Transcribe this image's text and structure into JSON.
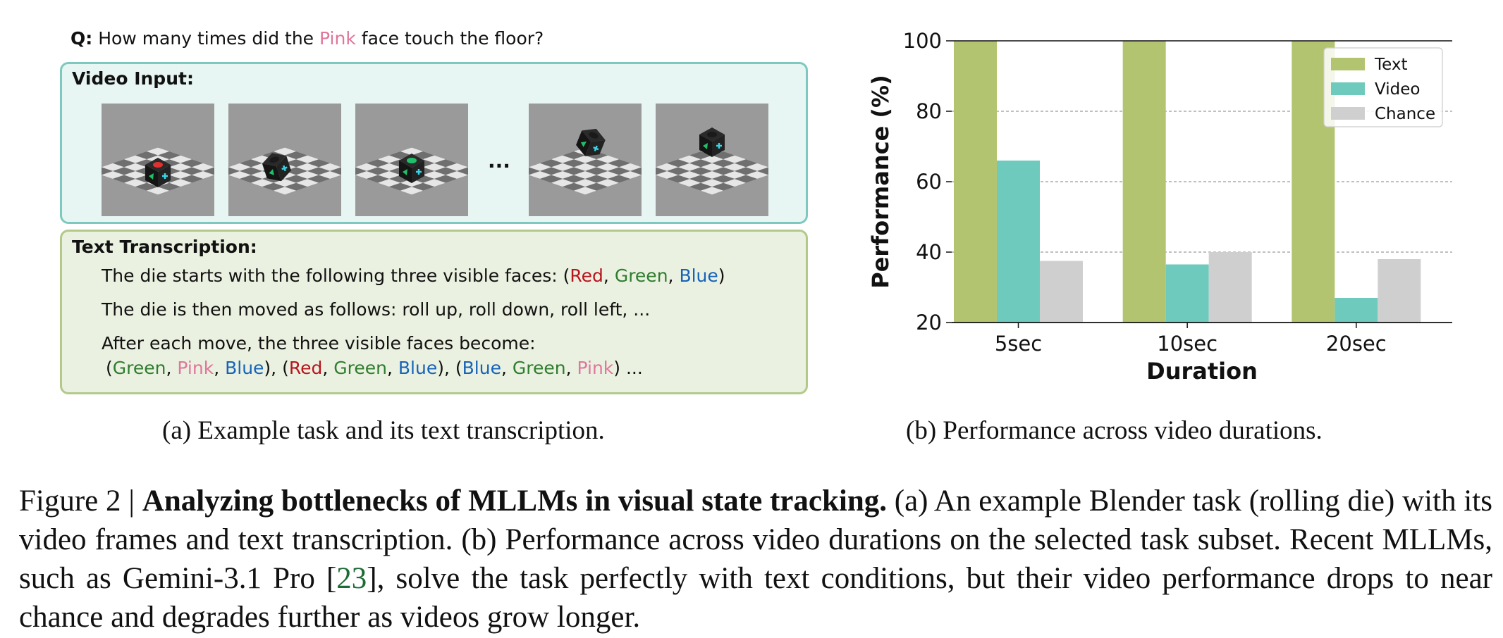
{
  "panel_a": {
    "question_prefix": "Q:",
    "question_before": "How many times did the",
    "question_pink": "Pink",
    "question_after": "face touch the floor?",
    "video_title": "Video Input:",
    "frames_ellipsis": "...",
    "text_title": "Text Transcription:",
    "line1_prefix": "The die starts with the following three visible faces: (",
    "line1_red": "Red",
    "line1_green": "Green",
    "line1_blue": "Blue",
    "line1_close": ")",
    "line2": "The die is then moved as follows: roll up, roll down, roll left, ...",
    "line3": "After each move, the three visible faces become:",
    "seq": [
      {
        "open": "(",
        "a": "Green",
        "b": "Pink",
        "c": "Blue",
        "close": "), "
      },
      {
        "open": "(",
        "a": "Red",
        "b": "Green",
        "c": "Blue",
        "close": "), "
      },
      {
        "open": "(",
        "a": "Blue",
        "b": "Green",
        "c": "Pink",
        "close": ") ..."
      }
    ],
    "sep": ", ",
    "caption": "(a) Example task and its text transcription."
  },
  "panel_b": {
    "caption": "(b) Performance across video durations."
  },
  "chart_data": {
    "type": "bar",
    "categories": [
      "5sec",
      "10sec",
      "20sec"
    ],
    "series": [
      {
        "name": "Text",
        "values": [
          100,
          100,
          100
        ],
        "color": "#b2c46f"
      },
      {
        "name": "Video",
        "values": [
          66,
          36.5,
          27
        ],
        "color": "#6ecabc"
      },
      {
        "name": "Chance",
        "values": [
          37.5,
          40,
          38
        ],
        "color": "#cfcfcf"
      }
    ],
    "xlabel": "Duration",
    "ylabel": "Performance (%)",
    "ylim": [
      20,
      100
    ],
    "yticks": [
      20,
      40,
      60,
      80,
      100
    ],
    "grid": true,
    "legend_position": "top-right"
  },
  "figure_caption": {
    "prefix": "Figure 2 | ",
    "title": "Analyzing bottlenecks of MLLMs in visual state tracking.",
    "body1": " (a) An example Blender task (rolling die) with its video frames and text transcription. (b) Performance across video durations on the selected task subset. Recent MLLMs, such as Gemini-3.1 Pro [",
    "ref": "23",
    "body2": "], solve the task perfectly with text conditions, but their video performance drops to near chance and degrades further as videos grow longer."
  },
  "colors": {
    "video_box_border": "#7ec9bf",
    "text_box_border": "#b3c98a",
    "red": "#b8141e",
    "green": "#2f7d2f",
    "blue": "#1763b8",
    "pink": "#e0769c"
  }
}
